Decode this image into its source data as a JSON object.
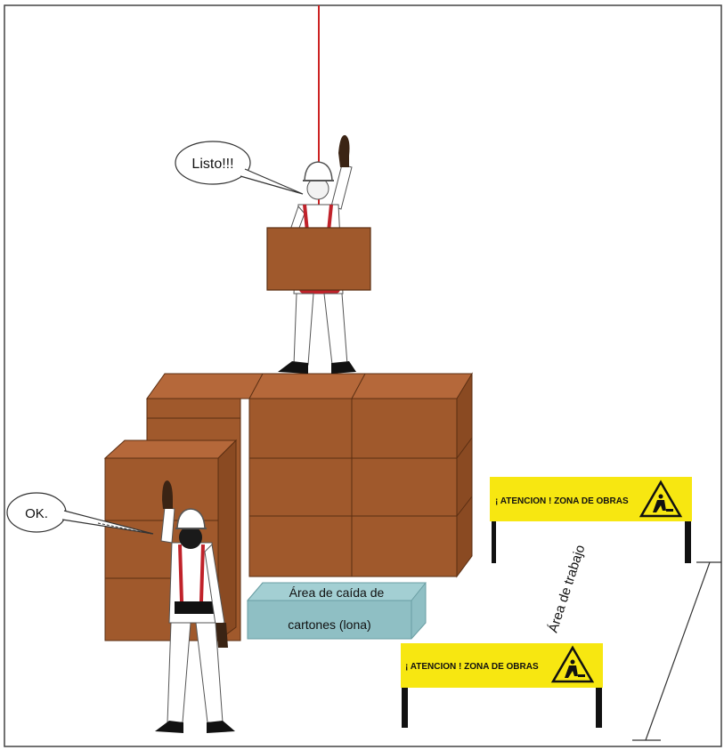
{
  "speech": {
    "top_worker": "Listo!!!",
    "bottom_worker": "OK."
  },
  "fall_area": {
    "line1": "Área de caída de",
    "line2": "cartones (lona)"
  },
  "signs": [
    {
      "text": "¡ ATENCION ! ZONA DE OBRAS"
    },
    {
      "text": "¡ ATENCION ! ZONA DE OBRAS"
    }
  ],
  "work_area_label": "Área de trabajo",
  "colors": {
    "box": "#a0592c",
    "box_dark": "#8a4a22",
    "tarp": "#8fbfc4",
    "sign": "#f7e711",
    "rope": "#cc2222",
    "harness": "#c0222a",
    "skin": "#3b2414"
  },
  "icons": [
    "men-at-work-warning-icon",
    "hard-hat-icon"
  ]
}
